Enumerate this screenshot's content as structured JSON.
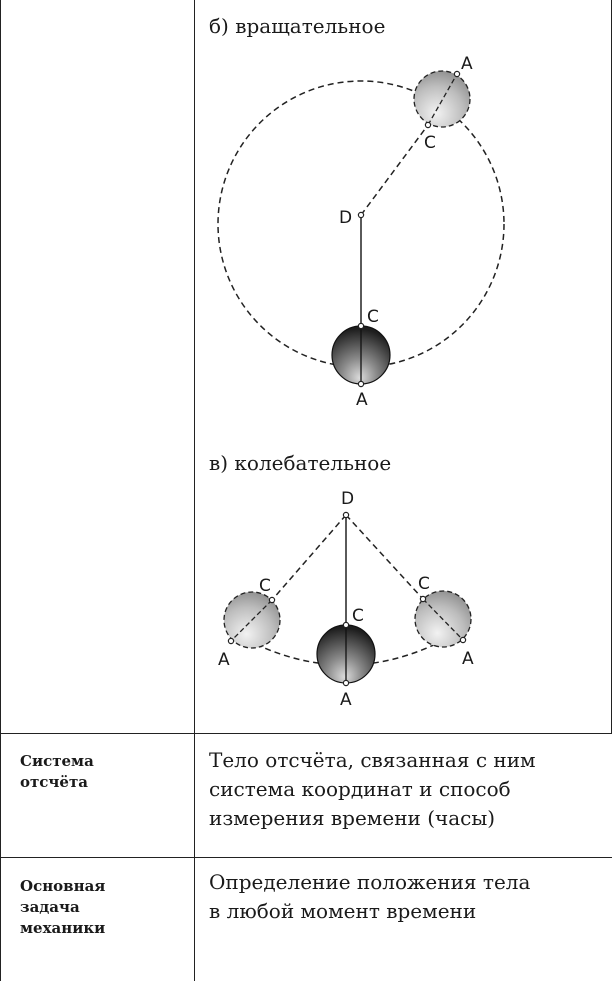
{
  "sections": {
    "rotational": {
      "caption": "б) вращательное",
      "labels": {
        "a_top": "A",
        "c_top": "C",
        "d": "D",
        "c_bottom": "C",
        "a_bottom": "A"
      }
    },
    "oscillatory": {
      "caption": "в) колебательное",
      "labels": {
        "d": "D",
        "c_left": "C",
        "a_left": "A",
        "c_center": "C",
        "a_center": "A",
        "c_right": "C",
        "a_right": "A"
      }
    }
  },
  "rows": [
    {
      "term_lines": [
        "Система",
        "отсчёта"
      ],
      "definition_lines": [
        "Тело отсчёта, связанная с ним",
        "система координат и способ",
        "измерения времени (часы)"
      ]
    },
    {
      "term_lines": [
        "Основная",
        "задача",
        "механики"
      ],
      "definition_lines": [
        "Определение положения тела",
        "в любой момент времени"
      ]
    }
  ],
  "colors": {
    "border": "#222222",
    "ball_dark": "#2a2a2a",
    "ball_light": "#b5b5b5"
  }
}
